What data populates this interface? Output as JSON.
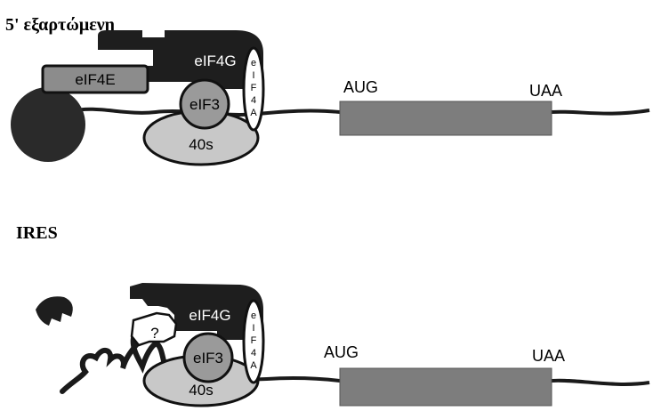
{
  "panels": [
    {
      "heading": "5' εξαρτώμενη",
      "factors": {
        "eif4e": "eIF4E",
        "eif4g": "eIF4G",
        "eif3": "eIF3",
        "ribosome": "40s",
        "eif4a": [
          "e",
          "I",
          "F",
          "4",
          "A"
        ]
      },
      "start_codon": "AUG",
      "stop_codon": "UAA"
    },
    {
      "heading": "IRES",
      "factors": {
        "eif4g": "eIF4G",
        "eif3": "eIF3",
        "ribosome": "40s",
        "eif4a": [
          "e",
          "I",
          "F",
          "4",
          "A"
        ],
        "unknown": "?"
      },
      "start_codon": "AUG",
      "stop_codon": "UAA"
    }
  ],
  "colors": {
    "rna": "#1a1a1a",
    "cap": "#2a2a2a",
    "eif4g": "#1e1e1e",
    "eif4e": "#8c8c8c",
    "eif3": "#9a9a9a",
    "ribosome": "#c8c8c8",
    "cds": "#7d7d7d"
  }
}
